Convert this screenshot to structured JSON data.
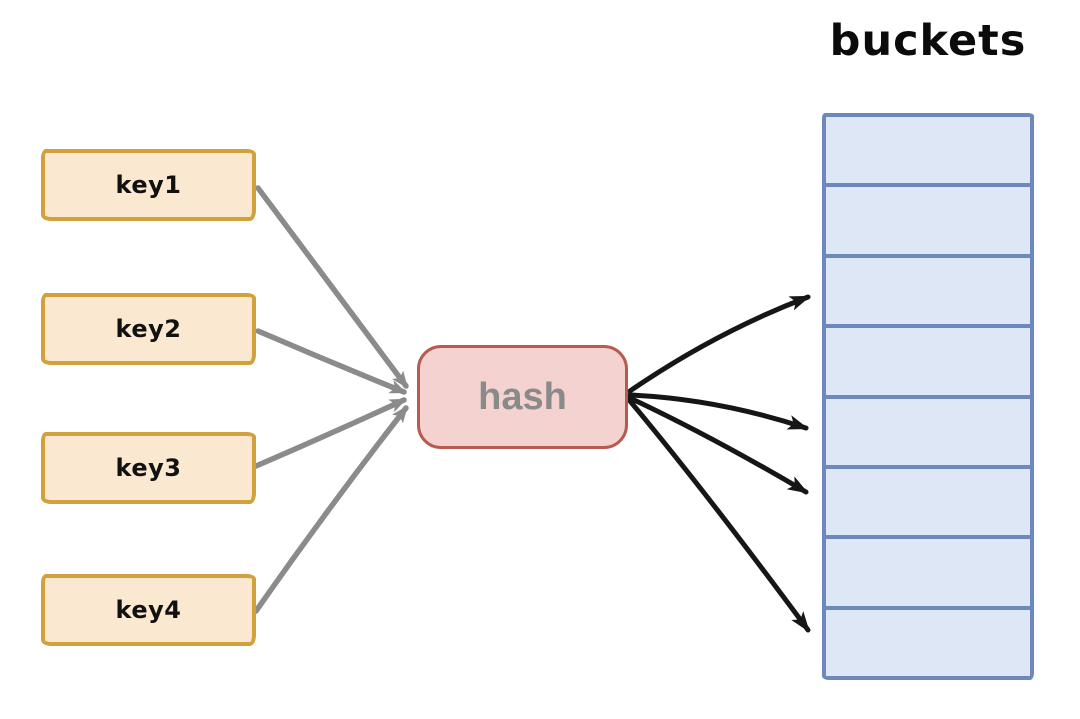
{
  "diagram": {
    "keys": [
      {
        "id": "key1",
        "label": "key1"
      },
      {
        "id": "key2",
        "label": "key2"
      },
      {
        "id": "key3",
        "label": "key3"
      },
      {
        "id": "key4",
        "label": "key4"
      }
    ],
    "hash": {
      "label": "hash"
    },
    "buckets": {
      "title": "buckets",
      "cell_count": 8,
      "arrow_target_cells": [
        3,
        5,
        6,
        8
      ]
    },
    "edges": [
      {
        "from": "key1",
        "to": "hash"
      },
      {
        "from": "key2",
        "to": "hash"
      },
      {
        "from": "key3",
        "to": "hash"
      },
      {
        "from": "key4",
        "to": "hash"
      },
      {
        "from": "hash",
        "to": "bucket-3"
      },
      {
        "from": "hash",
        "to": "bucket-5"
      },
      {
        "from": "hash",
        "to": "bucket-6"
      },
      {
        "from": "hash",
        "to": "bucket-8"
      }
    ],
    "colors": {
      "key_fill": "#fae8d1",
      "key_border": "#d2a03c",
      "hash_fill": "#f3d2d0",
      "hash_border": "#b75b51",
      "hash_text": "#8a8a8a",
      "bucket_fill": "#dde7f6",
      "bucket_border": "#6d88bd",
      "input_arrow": "#8b8b8b",
      "output_arrow": "#161616",
      "background": "#ffffff"
    }
  }
}
